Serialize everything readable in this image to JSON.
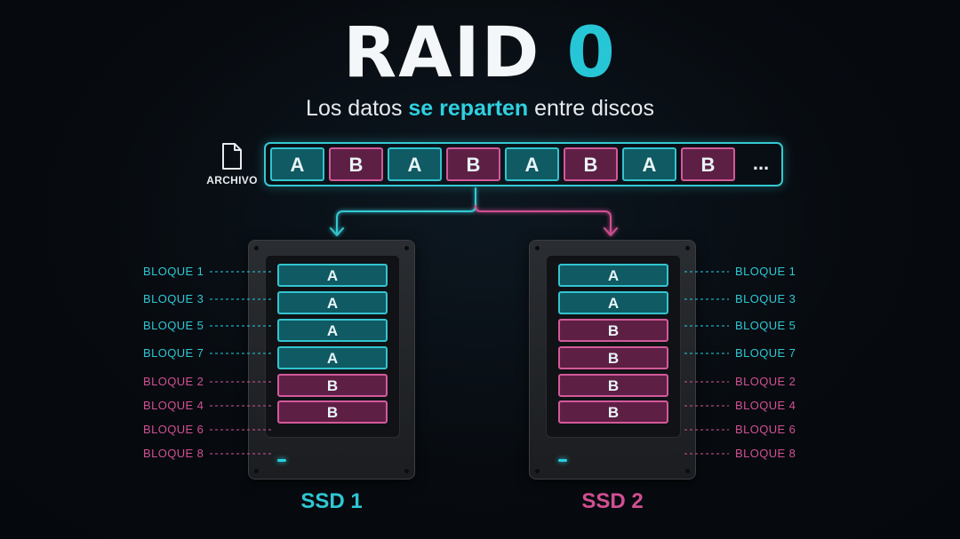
{
  "title": {
    "main": "RAID",
    "accent": "0"
  },
  "subtitle": {
    "before": "Los datos ",
    "highlight": "se reparten",
    "after": " entre discos"
  },
  "file": {
    "label": "ARCHIVO",
    "icon": "document-icon"
  },
  "stripe": {
    "blocks": [
      "A",
      "B",
      "A",
      "B",
      "A",
      "B",
      "A",
      "B"
    ],
    "ellipsis": "..."
  },
  "colors": {
    "accent_cyan": "#27c6d6",
    "accent_pink": "#d24f93",
    "block_a_fill": "#0f5a63",
    "block_b_fill": "#5e1f45"
  },
  "drives": [
    {
      "name": "SSD 1",
      "blocks": [
        "A",
        "A",
        "A",
        "A",
        "B",
        "B"
      ],
      "labels": [
        {
          "text": "BLOQUE 1",
          "type": "A"
        },
        {
          "text": "BLOQUE 3",
          "type": "A"
        },
        {
          "text": "BLOQUE 5",
          "type": "A"
        },
        {
          "text": "BLOQUE 7",
          "type": "A"
        },
        {
          "text": "BLOQUE 2",
          "type": "B"
        },
        {
          "text": "BLOQUE 4",
          "type": "B"
        },
        {
          "text": "BLOQUE 6",
          "type": "B"
        },
        {
          "text": "BLOQUE 8",
          "type": "B"
        }
      ]
    },
    {
      "name": "SSD 2",
      "blocks": [
        "A",
        "A",
        "B",
        "B",
        "B",
        "B"
      ],
      "labels": [
        {
          "text": "BLOQUE 1",
          "type": "A"
        },
        {
          "text": "BLOQUE 3",
          "type": "A"
        },
        {
          "text": "BLOQUE 5",
          "type": "A"
        },
        {
          "text": "BLOQUE 7",
          "type": "A"
        },
        {
          "text": "BLOQUE 2",
          "type": "B"
        },
        {
          "text": "BLOQUE 4",
          "type": "B"
        },
        {
          "text": "BLOQUE 6",
          "type": "B"
        },
        {
          "text": "BLOQUE 8",
          "type": "B"
        }
      ]
    }
  ]
}
